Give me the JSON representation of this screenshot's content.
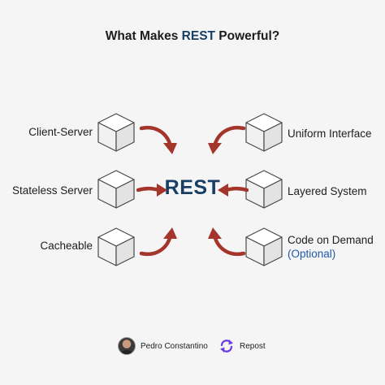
{
  "title": {
    "prefix": "What Makes ",
    "accent": "REST",
    "suffix": " Powerful?"
  },
  "center": "REST",
  "left_items": [
    {
      "label": "Client-Server"
    },
    {
      "label": "Stateless Server"
    },
    {
      "label": "Cacheable"
    }
  ],
  "right_items": [
    {
      "label": "Uniform Interface"
    },
    {
      "label": "Layered System"
    },
    {
      "label": "Code on Demand",
      "sublabel": "(Optional)"
    }
  ],
  "footer": {
    "author": "Pedro Constantino",
    "repost": "Repost"
  },
  "colors": {
    "accent": "#173f66",
    "arrow": "#a3352b",
    "optional": "#1f5aa6",
    "repost_icon": "#6d3fe0",
    "background": "#f5f5f5"
  },
  "icons": {
    "cube": "cube-icon",
    "arrow": "curved-arrow-icon",
    "repost": "repost-icon"
  }
}
